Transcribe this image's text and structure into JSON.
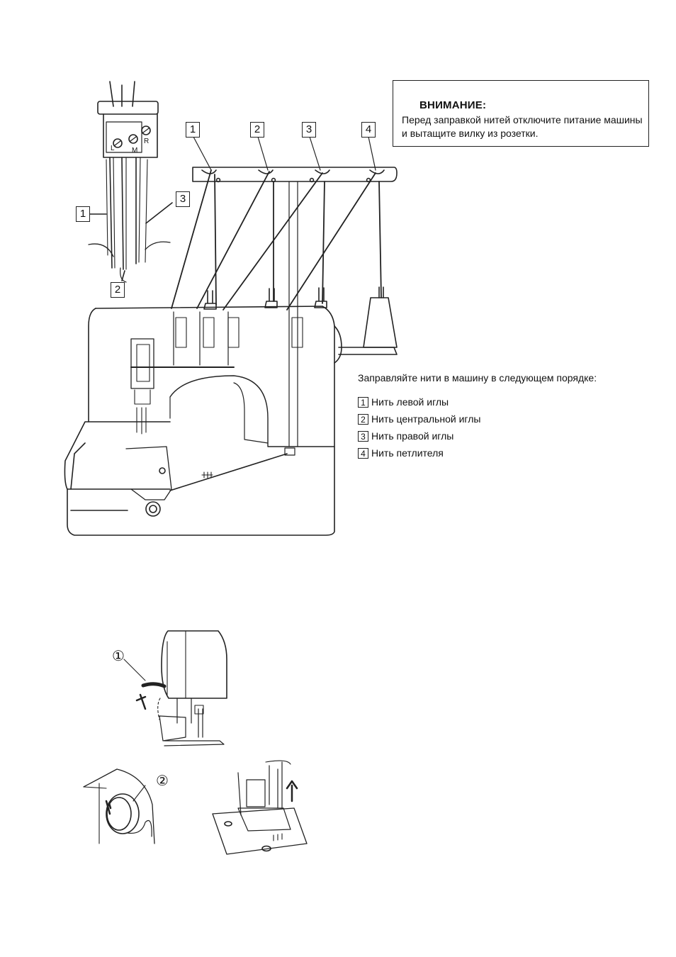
{
  "warning": {
    "title": "ВНИМАНИЕ:",
    "text": "Перед заправкой нитей отключите питание машины и вытащите вилку из розетки."
  },
  "threading_order": {
    "title": "Заправляйте нити в машину в следующем порядке:",
    "items": [
      {
        "num": "1",
        "label": "Нить левой иглы"
      },
      {
        "num": "2",
        "label": "Нить центральной иглы"
      },
      {
        "num": "3",
        "label": "Нить правой иглы"
      },
      {
        "num": "4",
        "label": "Нить петлителя"
      }
    ]
  },
  "diagram_labels": {
    "thread_numbers": [
      "1",
      "2",
      "3",
      "4"
    ],
    "needle_numbers": [
      "1",
      "2",
      "3"
    ],
    "needle_clamp_letters": [
      "L",
      "M",
      "R"
    ],
    "step_numbers": [
      "①",
      "②"
    ]
  }
}
